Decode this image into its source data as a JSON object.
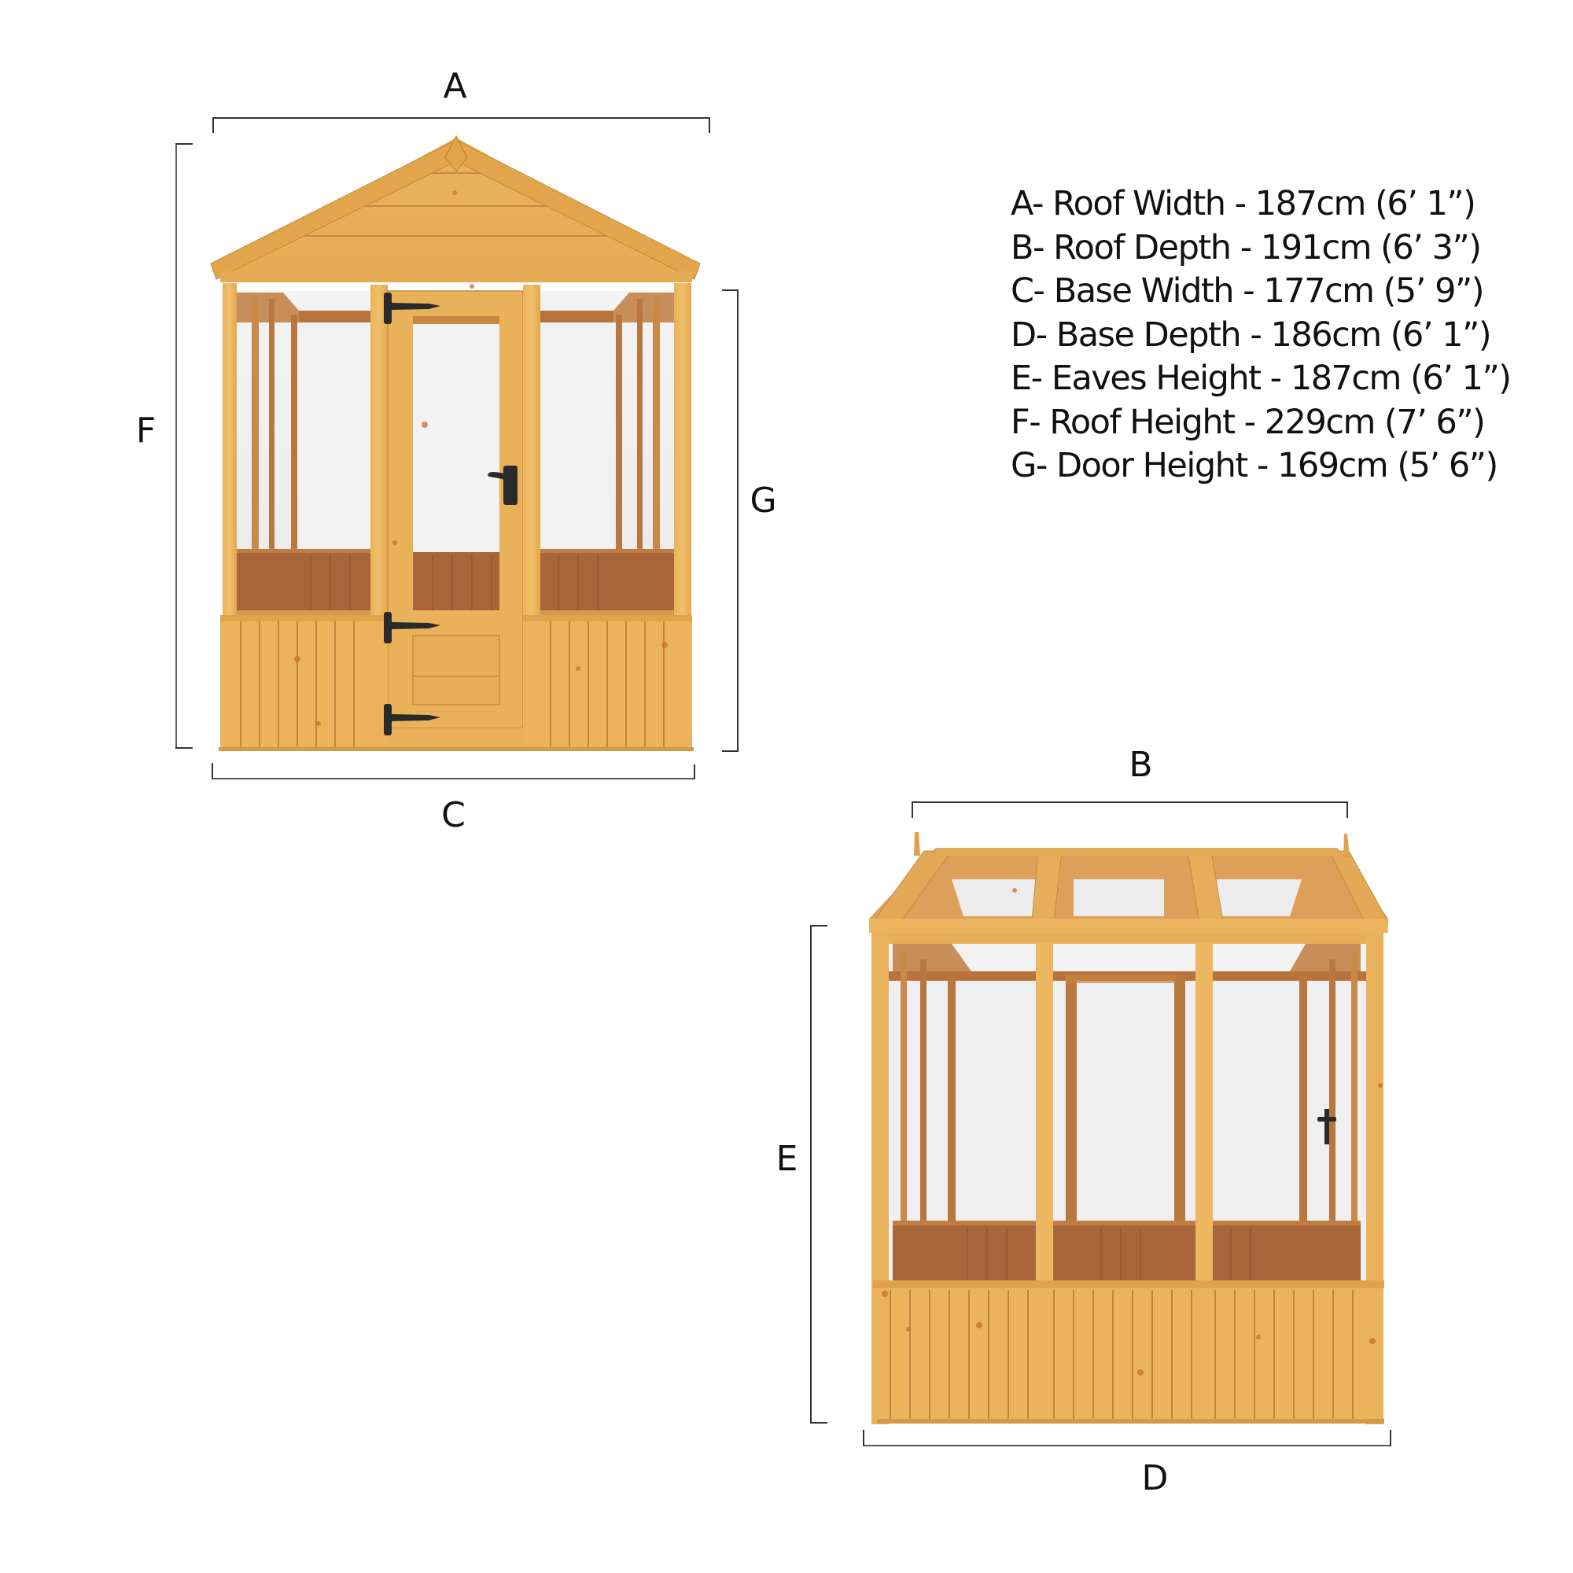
{
  "diagram": {
    "subject": "Wooden greenhouse dimensions",
    "views": [
      {
        "name": "front view",
        "labels": [
          "A",
          "C",
          "F",
          "G"
        ]
      },
      {
        "name": "side view",
        "labels": [
          "B",
          "D",
          "E"
        ]
      }
    ]
  },
  "labels": {
    "A": "A",
    "B": "B",
    "C": "C",
    "D": "D",
    "E": "E",
    "F": "F",
    "G": "G"
  },
  "legend": [
    {
      "key": "A",
      "text": "A- Roof Width - 187cm (6’ 1”)"
    },
    {
      "key": "B",
      "text": "B- Roof Depth - 191cm (6’ 3”)"
    },
    {
      "key": "C",
      "text": "C- Base Width - 177cm (5’ 9”)"
    },
    {
      "key": "D",
      "text": "D- Base Depth - 186cm (6’ 1”)"
    },
    {
      "key": "E",
      "text": "E- Eaves Height - 187cm (6’ 1”)"
    },
    {
      "key": "F",
      "text": "F- Roof Height - 229cm (7’ 6”)"
    },
    {
      "key": "G",
      "text": "G- Door Height - 169cm (5’ 6”)"
    }
  ],
  "colors": {
    "wood_light": "#E8B055",
    "wood_mid": "#D99A3C",
    "wood_dark": "#B8733A",
    "interior_wood": "#A8663A",
    "glass": "#EEEEEE",
    "iron": "#2A2A2A",
    "line": "#333333"
  }
}
